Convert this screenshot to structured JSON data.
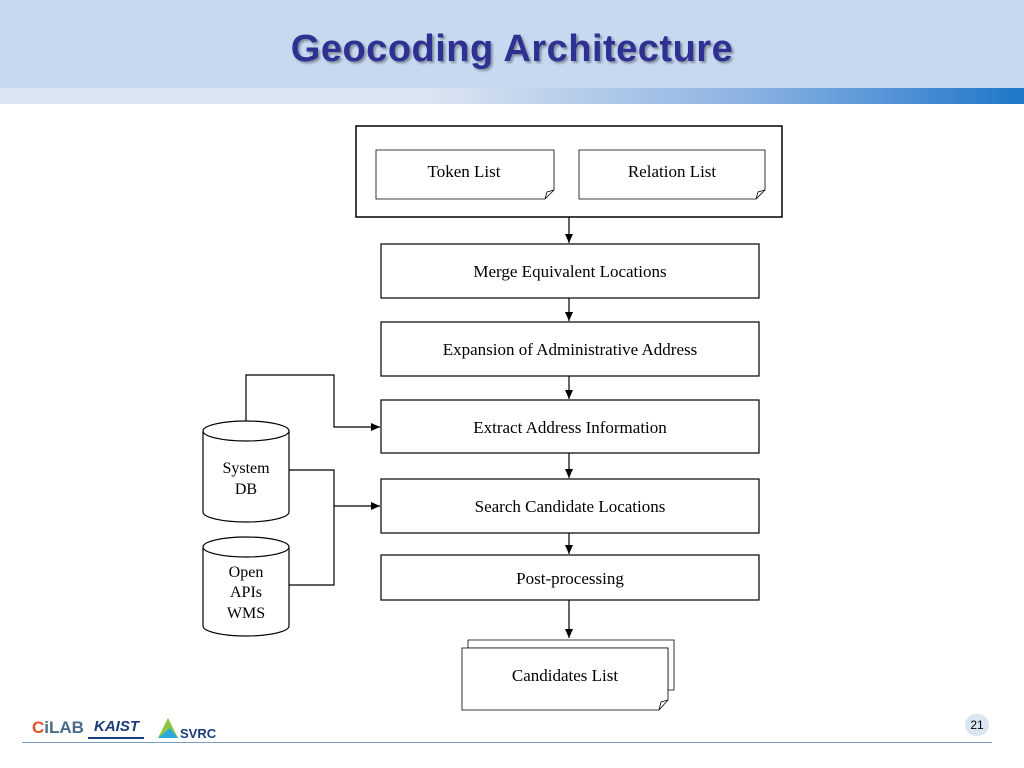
{
  "slide": {
    "title": "Geocoding Architecture",
    "page_number": "21"
  },
  "diagram": {
    "input_group": {
      "token_list": "Token List",
      "relation_list": "Relation List"
    },
    "steps": {
      "merge": "Merge Equivalent Locations",
      "expansion": "Expansion of Administrative Address",
      "extract": "Extract Address Information",
      "search": "Search Candidate Locations",
      "postprocess": "Post-processing"
    },
    "output": "Candidates List",
    "databases": {
      "system_db": [
        "System",
        "DB"
      ],
      "open_apis": [
        "Open",
        "APIs",
        "WMS"
      ]
    }
  },
  "footer": {
    "logos": {
      "cilab_prefix": "C",
      "cilab_rest": "iLAB",
      "kaist": "KAIST",
      "svrc": "SVRC"
    }
  }
}
